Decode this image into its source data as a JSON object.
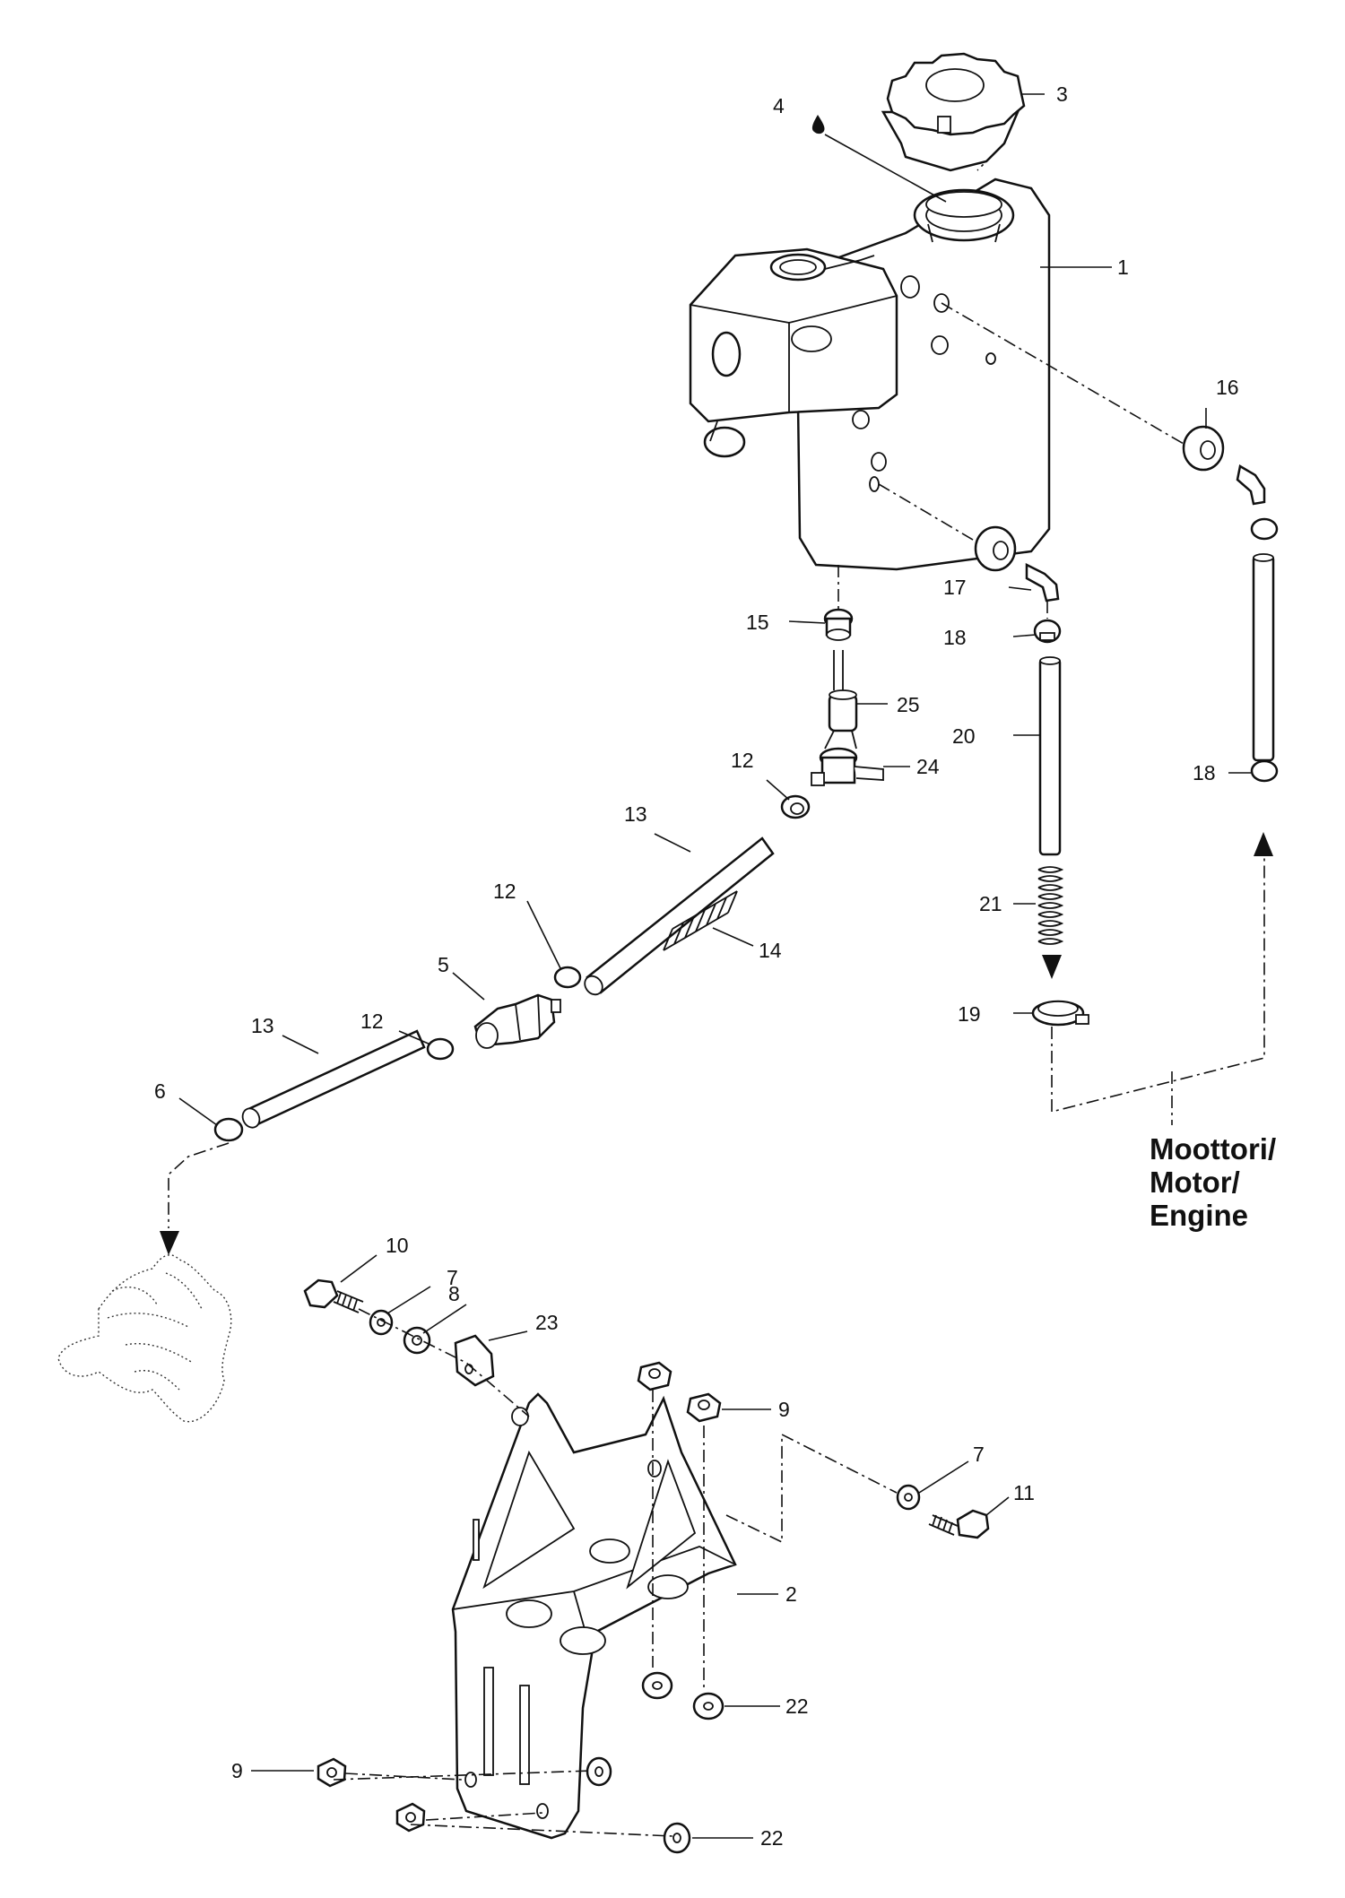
{
  "callouts": {
    "c1": "1",
    "c2": "2",
    "c3": "3",
    "c4": "4",
    "c5": "5",
    "c6": "6",
    "c7a": "7",
    "c7b": "7",
    "c8": "8",
    "c9a": "9",
    "c9b": "9",
    "c10": "10",
    "c11": "11",
    "c12a": "12",
    "c12b": "12",
    "c12c": "12",
    "c13a": "13",
    "c13b": "13",
    "c14": "14",
    "c15": "15",
    "c16": "16",
    "c17": "17",
    "c18a": "18",
    "c18b": "18",
    "c19": "19",
    "c20": "20",
    "c21": "21",
    "c22a": "22",
    "c22b": "22",
    "c23": "23",
    "c24": "24",
    "c25": "25"
  },
  "engine_label": {
    "line1": "Moottori/",
    "line2": "Motor/",
    "line3": "Engine"
  },
  "icons": {
    "oil_drop": "oil-drop-icon",
    "arrow": "arrow-down-icon"
  },
  "colors": {
    "line": "#111111",
    "background": "#ffffff"
  }
}
